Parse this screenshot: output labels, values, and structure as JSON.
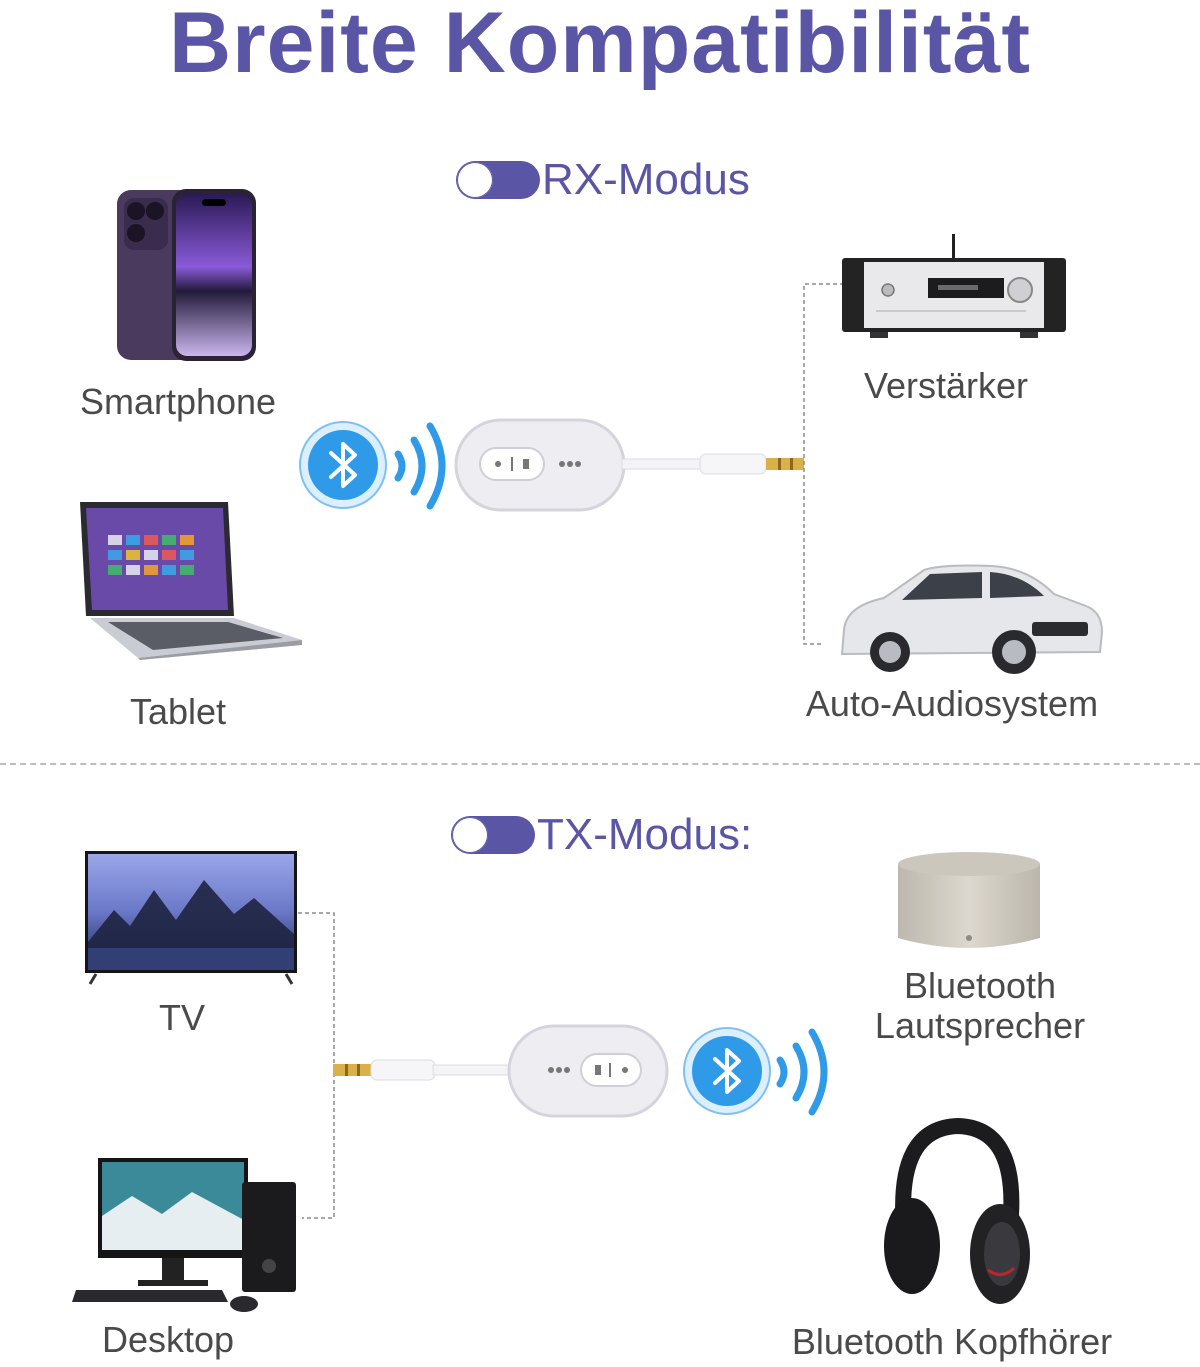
{
  "title": "Breite Kompatibilität",
  "rx": {
    "heading": "RX-Modus",
    "sources": [
      "Smartphone",
      "Tablet"
    ],
    "outputs": [
      "Verstärker",
      "Auto-Audiosystem"
    ]
  },
  "tx": {
    "heading": "TX-Modus:",
    "sources": [
      "TV",
      "Desktop"
    ],
    "outputs": [
      "Bluetooth\nLautsprecher",
      "Bluetooth Kopfhörer"
    ]
  },
  "colors": {
    "accent": "#5b55a6",
    "bluetooth": "#2f9be8",
    "text": "#4a4a4a",
    "divider": "#bdbdbd"
  },
  "icons": [
    "bluetooth-icon",
    "signal-waves-icon",
    "smartphone-icon",
    "tablet-icon",
    "amplifier-icon",
    "car-icon",
    "tv-icon",
    "desktop-icon",
    "speaker-icon",
    "headphones-icon",
    "adapter-icon",
    "aux-jack-icon"
  ]
}
